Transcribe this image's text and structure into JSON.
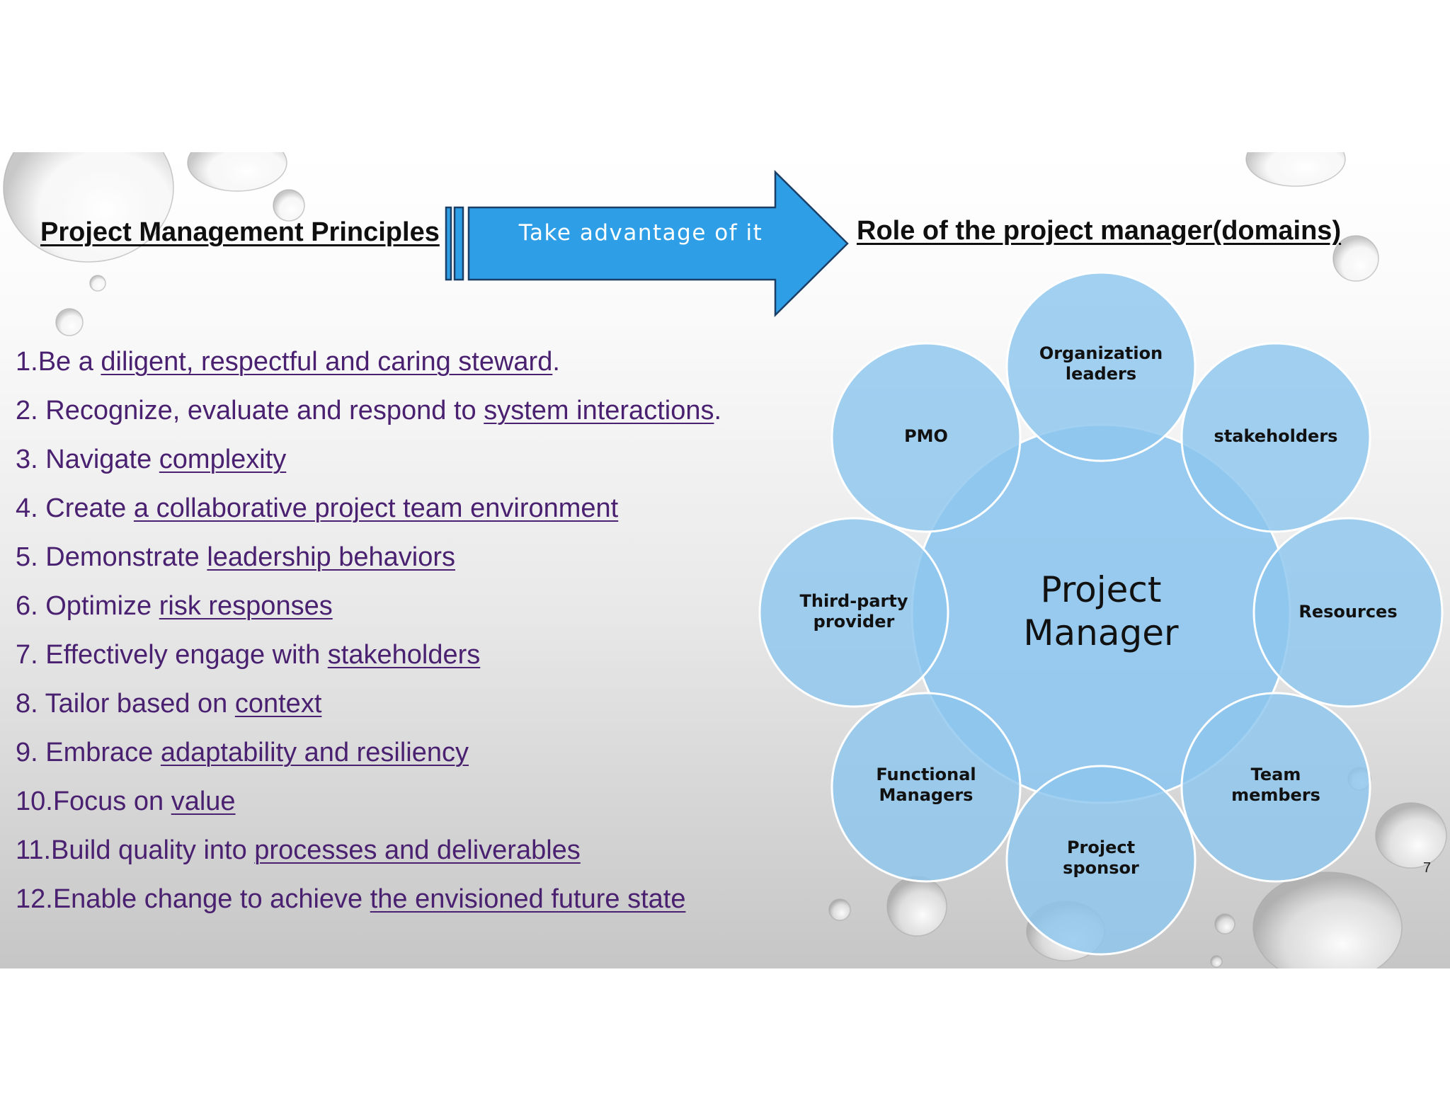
{
  "left_heading": "Project Management Principles",
  "right_heading": "Role of the project manager(domains)",
  "arrow": {
    "label": "Take advantage of it",
    "color": "#2e9fe6"
  },
  "principles": [
    {
      "prefix": "1.Be a ",
      "link": "diligent, respectful and caring steward",
      "suffix": "."
    },
    {
      "prefix": "2. Recognize, evaluate and respond to ",
      "link": "system interactions",
      "suffix": "."
    },
    {
      "prefix": "3. Navigate ",
      "link": "complexity",
      "suffix": ""
    },
    {
      "prefix": "4. Create ",
      "link": "a collaborative project team environment",
      "suffix": ""
    },
    {
      "prefix": "5. Demonstrate ",
      "link": "leadership behaviors",
      "suffix": ""
    },
    {
      "prefix": "6. Optimize ",
      "link": "risk responses",
      "suffix": ""
    },
    {
      "prefix": "7. Effectively engage with ",
      "link": "stakeholders",
      "suffix": ""
    },
    {
      "prefix": "8. Tailor based on ",
      "link": "context",
      "suffix": ""
    },
    {
      "prefix": "9. Embrace ",
      "link": "adaptability and resiliency",
      "suffix": ""
    },
    {
      "prefix": "10.Focus on ",
      "link": "value",
      "suffix": ""
    },
    {
      "prefix": "11.Build quality into ",
      "link": "processes and deliverables",
      "suffix": ""
    },
    {
      "prefix": "12.Enable change to achieve ",
      "link": "the envisioned future state",
      "suffix": ""
    }
  ],
  "diagram": {
    "center": {
      "line1": "Project",
      "line2": "Manager"
    },
    "nodes": [
      {
        "line1": "Organization",
        "line2": "leaders"
      },
      {
        "line1": "stakeholders",
        "line2": ""
      },
      {
        "line1": "Resources",
        "line2": ""
      },
      {
        "line1": "Team",
        "line2": "members"
      },
      {
        "line1": "Project",
        "line2": "sponsor"
      },
      {
        "line1": "Functional",
        "line2": "Managers"
      },
      {
        "line1": "Third-party",
        "line2": "provider"
      },
      {
        "line1": "PMO",
        "line2": ""
      }
    ],
    "colors": {
      "circle_fill": "#8ec6ee",
      "circle_stroke": "#ffffff",
      "overlap": "#4aa6e3"
    }
  },
  "page_number": "7",
  "colors": {
    "principle_text": "#4a2070",
    "heading_text": "#0f0f0f"
  }
}
